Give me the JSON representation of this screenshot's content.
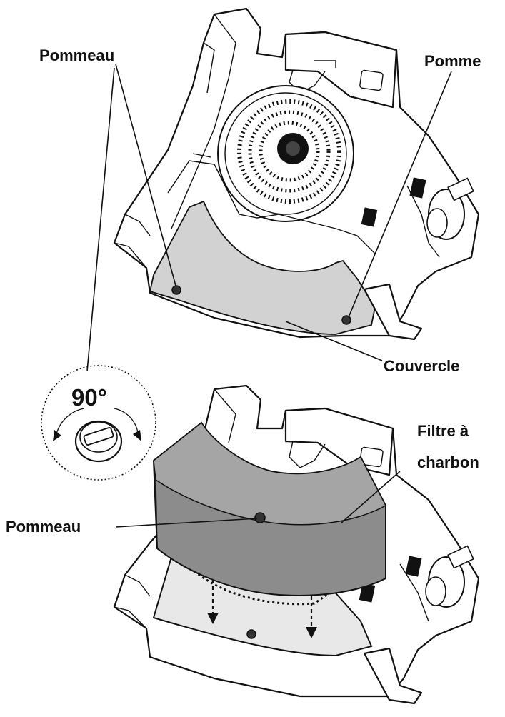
{
  "labels": {
    "pommeau_top_left": "Pommeau",
    "pommeau_top_right": "Pomme",
    "couvercle": "Couvercle",
    "rotation_angle": "90°",
    "filtre_line1": "Filtre à",
    "filtre_line2": "charbon",
    "pommeau_bottom": "Pommeau"
  },
  "colors": {
    "cover_fill": "#d2d2d2",
    "filter_fill": "#8c8c8c",
    "outline": "#111111"
  }
}
